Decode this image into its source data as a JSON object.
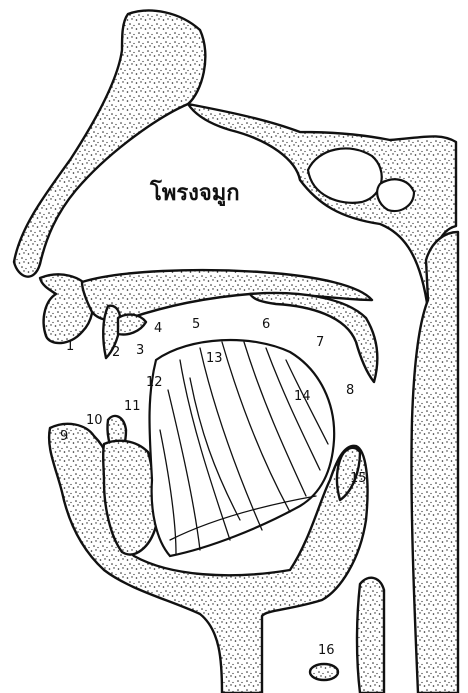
{
  "diagram": {
    "title": "โพรงจมูก",
    "labels": [
      "1",
      "2",
      "3",
      "4",
      "5",
      "6",
      "7",
      "8",
      "9",
      "10",
      "11",
      "12",
      "13",
      "14",
      "15",
      "16"
    ]
  }
}
